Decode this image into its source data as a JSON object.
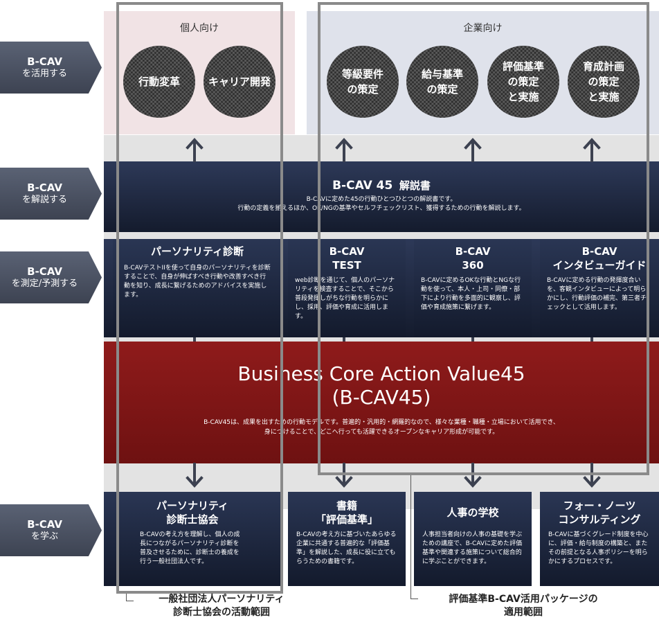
{
  "top": {
    "personal_label": "個人向け",
    "corporate_label": "企業向け",
    "circles": [
      {
        "lines": [
          "行動変革"
        ]
      },
      {
        "lines": [
          "キャリア開発"
        ]
      },
      {
        "lines": [
          "等級要件",
          "の策定"
        ]
      },
      {
        "lines": [
          "給与基準",
          "の策定"
        ]
      },
      {
        "lines": [
          "評価基準",
          "の策定",
          "と実施"
        ]
      },
      {
        "lines": [
          "育成計画",
          "の策定",
          "と実施"
        ]
      }
    ]
  },
  "left_arrows": [
    {
      "line1": "B-CAV",
      "line2": "を活用する"
    },
    {
      "line1": "B-CAV",
      "line2": "を解説する"
    },
    {
      "line1": "B-CAV",
      "line2": "を測定/予測する"
    },
    {
      "line1": "B-CAV",
      "line2": "を学ぶ"
    }
  ],
  "commentary": {
    "title_main": "B-CAV 45",
    "title_sub": "解説書",
    "desc1": "B-CAVに定めた45の行動ひとつひとつの解説書です。",
    "desc2": "行動の定義を揃えるほか、OK/NGの基準やセルフチェックリスト、獲得するための行動を解説します。"
  },
  "measure": [
    {
      "title_lines": [
        "パーソナリティ診断"
      ],
      "body": "B-CAVテストIIを使って自身のパーソナリティを診断することで、自身が伸ばすべき行動や改善すべき行動を知り、成長に繋げるためのアドバイスを実施します。"
    },
    {
      "title_lines": [
        "B-CAV",
        "TEST"
      ],
      "body": "web診断を通じて、個人のパーソナリティを検査することで、そこから普段発揮しがちな行動を明らかにし、採用、評価や育成に活用します。"
    },
    {
      "title_lines": [
        "B-CAV",
        "360"
      ],
      "body": "B-CAVに定めるOKな行動とNGな行動を使って、本人・上司・同僚・部下により行動を多面的に観察し、評価や育成施策に繋げます。"
    },
    {
      "title_lines": [
        "B-CAV",
        "インタビューガイド"
      ],
      "body": "B-CAVに定める行動の発揮度合いを、客観インタビューによって明らかにし、行動評価の補完、第三者チェックとして活用します。"
    }
  ],
  "core": {
    "title1": "Business Core Action Value45",
    "title2": "(B-CAV45)",
    "desc1": "B-CAV45は、成果を出すための行動モデルです。普遍的・汎用的・網羅的なので、様々な業種・職種・立場において活用でき、",
    "desc2": "身につけることで、どこへ行っても活躍できるオープンなキャリア形成が可能です。"
  },
  "learn": [
    {
      "title_lines": [
        "パーソナリティ",
        "診断士協会"
      ],
      "body": "B-CAVの考え方を理解し、個人の成長につながるパーソナリティ診断を普及させるために、診断士の養成を行う一般社団法人です。"
    },
    {
      "title_lines": [
        "書籍",
        "「評価基準」"
      ],
      "body": "B-CAVの考え方に基づいたあらゆる企業に共通する普遍的な「評価基準」を解説した、成長に役に立てもらうための書籍です。"
    },
    {
      "title_lines": [
        "人事の学校"
      ],
      "body": "人事担当者向けの人事の基礎を学ぶための講座で、B-CAVに定めた評価基準や関連する施策について総合的に学ぶことができます。"
    },
    {
      "title_lines": [
        "フォー・ノーツ",
        "コンサルティング"
      ],
      "body": "B-CAVに基づくグレード制度を中心に、評価・給与制度の構築と、またその前提となる人事ポリシーを明らかにするプロセスです。"
    }
  ],
  "notes": {
    "left1": "一般社団法人パーソナリティ",
    "left2": "診断士協会の活動範囲",
    "right1": "評価基準B-CAV活用パッケージの",
    "right2": "適用範囲"
  },
  "colors": {
    "navy": "#1f2840",
    "red": "#7d1616",
    "arrow_gray": "#4a505e",
    "outline_gray": "#8a8a8a"
  }
}
